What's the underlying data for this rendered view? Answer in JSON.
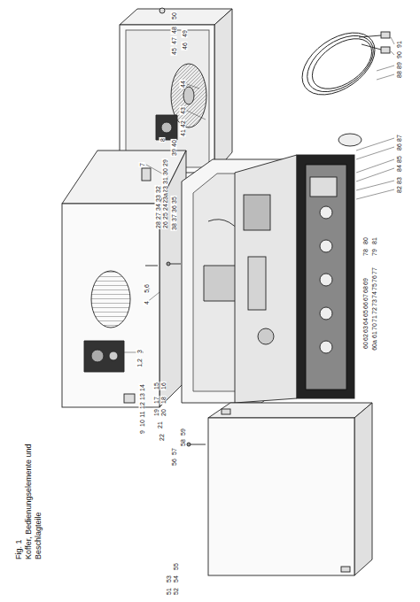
{
  "diagram": {
    "title": "Fig. 1",
    "caption": "Koffer, Bedienungselemente und Beschlagteile",
    "labels": [
      "1,2",
      "3",
      "4",
      "5,6",
      "7",
      "8",
      "9",
      "10",
      "11",
      "12",
      "13",
      "14",
      "15",
      "16",
      "17",
      "18",
      "19",
      "20",
      "21",
      "22",
      "23",
      "23a",
      "24",
      "25",
      "26",
      "27",
      "28",
      "29",
      "30",
      "31",
      "32",
      "33",
      "34",
      "35",
      "36",
      "37",
      "38",
      "39",
      "40",
      "41",
      "42",
      "43",
      "44",
      "45",
      "46",
      "47",
      "48",
      "49",
      "50",
      "51",
      "52",
      "53",
      "54",
      "55",
      "56",
      "57",
      "58",
      "59",
      "60",
      "60a",
      "61",
      "62",
      "63",
      "64",
      "65",
      "66",
      "67",
      "68",
      "69",
      "70",
      "71",
      "72",
      "73",
      "74",
      "75",
      "76",
      "77",
      "78",
      "79",
      "80",
      "81",
      "82",
      "83",
      "84",
      "85",
      "86",
      "87",
      "88",
      "89",
      "90",
      "91"
    ]
  }
}
